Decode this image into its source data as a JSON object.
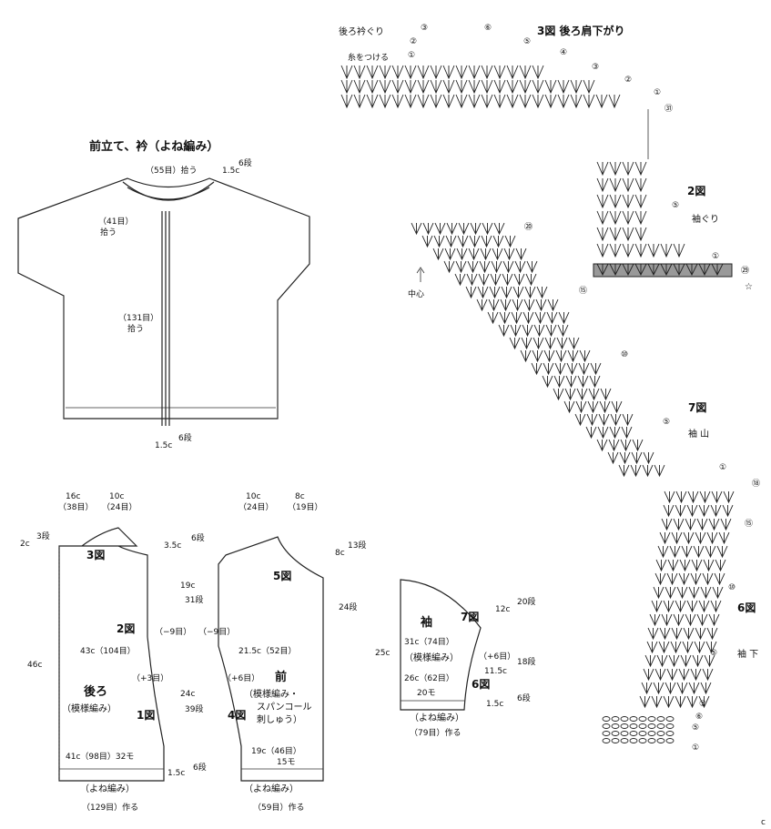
{
  "front_band": {
    "title": "前立て、衿（よね編み）",
    "top_pick": "（55目）拾う",
    "top_depth": "1.5c",
    "top_rows": "6段",
    "neck_pick": "（41目）",
    "neck_pick2": "拾う",
    "front_pick": "（131目）",
    "front_pick2": "拾う",
    "bottom_depth": "1.5c",
    "bottom_rows": "6段"
  },
  "back": {
    "w_left": "16c",
    "w_left_st": "（38目）",
    "w_right": "10c",
    "w_right_st": "（24目）",
    "h_top": "2c",
    "h_top_rows": "3段",
    "shoulder": "3.5c",
    "shoulder_rows": "6段",
    "fig3": "3図",
    "fig2": "2図",
    "dec": "（−9目）",
    "height": "46c",
    "width_mid": "43c（104目）",
    "inc": "（+3目）",
    "title": "後ろ",
    "pattern": "（模様編み）",
    "fig1": "1図",
    "armhole": "19c",
    "armhole_rows": "31段",
    "side": "24c",
    "side_rows": "39段",
    "bottom": "41c（98目）32モ",
    "band": "（よね編み）",
    "band_depth": "1.5c",
    "band_rows": "6段",
    "cast_on": "（129目）作る"
  },
  "front": {
    "w_left": "10c",
    "w_left_st": "（24目）",
    "w_right": "8c",
    "w_right_st": "（19目）",
    "neck": "8c",
    "neck_rows": "13段",
    "fig5": "5図",
    "armhole_rows": "24段",
    "dec": "（−9目）",
    "width_mid": "21.5c（52目）",
    "inc": "（+6目）",
    "title": "前",
    "pattern1": "（模様編み・",
    "pattern2": "スパンコール",
    "pattern3": "刺しゅう）",
    "fig4": "4図",
    "bottom": "19c（46目）",
    "bottom2": "15モ",
    "band": "（よね編み）",
    "cast_on": "（59目）作る"
  },
  "sleeve": {
    "title": "袖",
    "fig7": "7図",
    "cap": "12c",
    "cap_rows": "20段",
    "width": "31c（74目）",
    "pattern": "（模様編み）",
    "inc": "（+6目）",
    "height": "25c",
    "mid": "11.5c",
    "mid_rows": "18段",
    "width2": "26c（62目）",
    "fig6": "6図",
    "lower": "20モ",
    "band_depth": "1.5c",
    "band_rows": "6段",
    "band": "（よね編み）",
    "cast_on": "（79目）作る"
  },
  "chart3": {
    "neck_label": "後ろ衿ぐり",
    "title": "3図 後ろ肩下がり",
    "attach": "糸をつける",
    "rows": [
      "③",
      "⑥",
      "②",
      "⑤",
      "①",
      "④",
      "③",
      "②",
      "①",
      "㉛"
    ]
  },
  "chart2": {
    "title": "2図",
    "sub": "袖ぐり",
    "rows": [
      "⑤",
      "①",
      "㉙"
    ],
    "star": "☆"
  },
  "chart7": {
    "title": "7図",
    "sub": "袖 山",
    "rows": [
      "⑳",
      "⑮",
      "⑩",
      "⑤",
      "①",
      "⑱"
    ],
    "center": "中心"
  },
  "chart6": {
    "title": "6図",
    "sub": "袖 下",
    "rows": [
      "⑮",
      "⑩",
      "⑤",
      "①",
      "⑥",
      "⑤",
      "①"
    ]
  },
  "corner": "c"
}
